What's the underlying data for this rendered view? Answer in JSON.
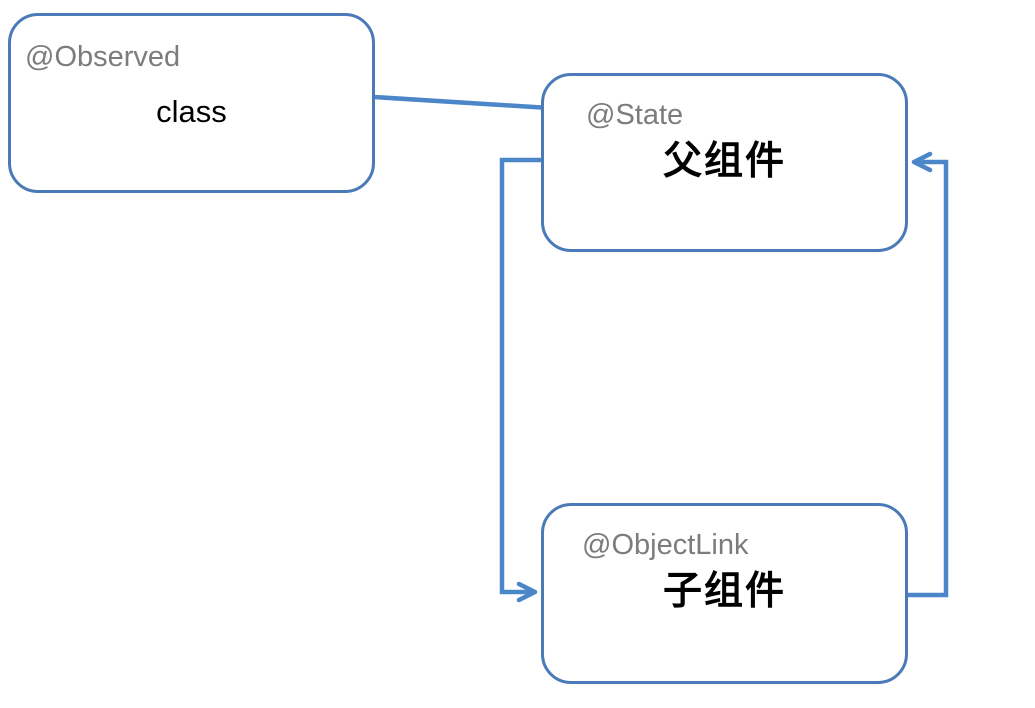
{
  "diagram": {
    "background": "#ffffff",
    "colors": {
      "box_border": "#4a7ab7",
      "connector": "#4a86c8",
      "annotation_text": "#7c7c7c",
      "label_text": "#000000"
    },
    "nodes": {
      "observed": {
        "annotation": "@Observed",
        "label": "class"
      },
      "parent": {
        "annotation": "@State",
        "label": "父组件"
      },
      "child": {
        "annotation": "@ObjectLink",
        "label": "子组件"
      }
    },
    "edges": [
      {
        "name": "observed-to-parent",
        "from": "observed",
        "to": "parent",
        "style": "straight-arrow"
      },
      {
        "name": "parent-to-child",
        "from": "parent",
        "to": "child",
        "style": "orthogonal-left-loop"
      },
      {
        "name": "child-to-parent",
        "from": "child",
        "to": "parent",
        "style": "orthogonal-right-loop"
      }
    ]
  }
}
